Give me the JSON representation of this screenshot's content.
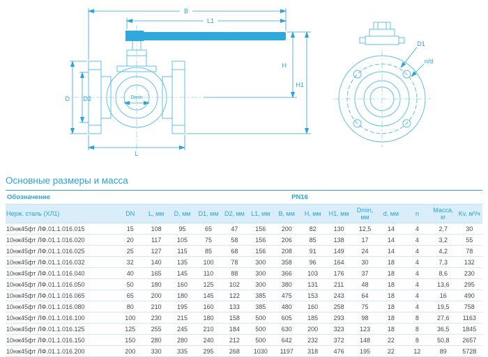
{
  "page": {
    "title": "Основные размеры и масса",
    "accent_color": "#2aa3d8",
    "drawing_line_color": "#5cc2e8",
    "header_band_color": "#d9eef9"
  },
  "drawing": {
    "labels": {
      "B": "B",
      "L1": "L1",
      "H": "H",
      "H1": "H1",
      "D": "D",
      "D2": "D2",
      "Dmin": "Dmin",
      "L": "L",
      "D1": "D1",
      "nd": "n/d"
    }
  },
  "table": {
    "designation_header": "Обозначение",
    "material_header": "Нерж. сталь (ХЛ1)",
    "pn_header": "PN16",
    "columns": [
      "DN",
      "L, мм",
      "D, мм",
      "D1, мм",
      "D2, мм",
      "L1, мм",
      "B, мм",
      "H, мм",
      "H1, мм",
      "Dmin, мм",
      "d, мм",
      "n",
      "Масса, кг",
      "Kv, м³/ч"
    ],
    "rows": [
      {
        "designation": "10нж45фт ЛФ.01.1.016.015",
        "values": [
          "15",
          "108",
          "95",
          "65",
          "47",
          "156",
          "200",
          "82",
          "130",
          "12,5",
          "14",
          "4",
          "2,7",
          "30"
        ]
      },
      {
        "designation": "10нж45фт ЛФ.01.1.016.020",
        "values": [
          "20",
          "117",
          "105",
          "75",
          "58",
          "156",
          "206",
          "85",
          "138",
          "17",
          "14",
          "4",
          "3,2",
          "55"
        ]
      },
      {
        "designation": "10нж45фт ЛФ.01.1.016.025",
        "values": [
          "25",
          "127",
          "115",
          "85",
          "68",
          "156",
          "208",
          "91",
          "149",
          "24",
          "14",
          "4",
          "4,2",
          "78"
        ]
      },
      {
        "designation": "10нж45фт ЛФ.01.1.016.032",
        "values": [
          "32",
          "140",
          "135",
          "100",
          "78",
          "300",
          "358",
          "96",
          "164",
          "30",
          "18",
          "4",
          "7,3",
          "132"
        ]
      },
      {
        "designation": "10нж45фт ЛФ.01.1.016.040",
        "values": [
          "40",
          "165",
          "145",
          "110",
          "88",
          "300",
          "366",
          "103",
          "176",
          "37",
          "18",
          "4",
          "8,6",
          "230"
        ]
      },
      {
        "designation": "10нж45фт ЛФ.01.1.016.050",
        "values": [
          "50",
          "180",
          "160",
          "125",
          "102",
          "300",
          "380",
          "131",
          "211",
          "48",
          "18",
          "4",
          "13,6",
          "295"
        ]
      },
      {
        "designation": "10нж45фт ЛФ.01.1.016.065",
        "values": [
          "65",
          "200",
          "180",
          "145",
          "122",
          "385",
          "475",
          "153",
          "243",
          "64",
          "18",
          "4",
          "16",
          "490"
        ]
      },
      {
        "designation": "10нж45фт ЛФ.01.1.016.080",
        "values": [
          "80",
          "210",
          "195",
          "160",
          "133",
          "385",
          "480",
          "160",
          "258",
          "75",
          "18",
          "4",
          "19,5",
          "758"
        ]
      },
      {
        "designation": "10нж45фт ЛФ.01.1.016.100",
        "values": [
          "100",
          "230",
          "215",
          "180",
          "158",
          "500",
          "605",
          "185",
          "293",
          "98",
          "18",
          "8",
          "27,6",
          "1163"
        ]
      },
      {
        "designation": "10нж45фт ЛФ.01.1.016.125",
        "values": [
          "125",
          "255",
          "245",
          "210",
          "184",
          "500",
          "630",
          "200",
          "323",
          "123",
          "18",
          "8",
          "36,5",
          "1845"
        ]
      },
      {
        "designation": "10нж45фт ЛФ.01.1.016.150",
        "values": [
          "150",
          "280",
          "280",
          "240",
          "212",
          "500",
          "642",
          "232",
          "372",
          "148",
          "22",
          "8",
          "50,8",
          "2657"
        ]
      },
      {
        "designation": "10нж45фт ЛФ.01.1.016.200",
        "values": [
          "200",
          "330",
          "335",
          "295",
          "268",
          "1030",
          "1197",
          "318",
          "476",
          "195",
          "22",
          "12",
          "89",
          "5728"
        ]
      }
    ]
  }
}
